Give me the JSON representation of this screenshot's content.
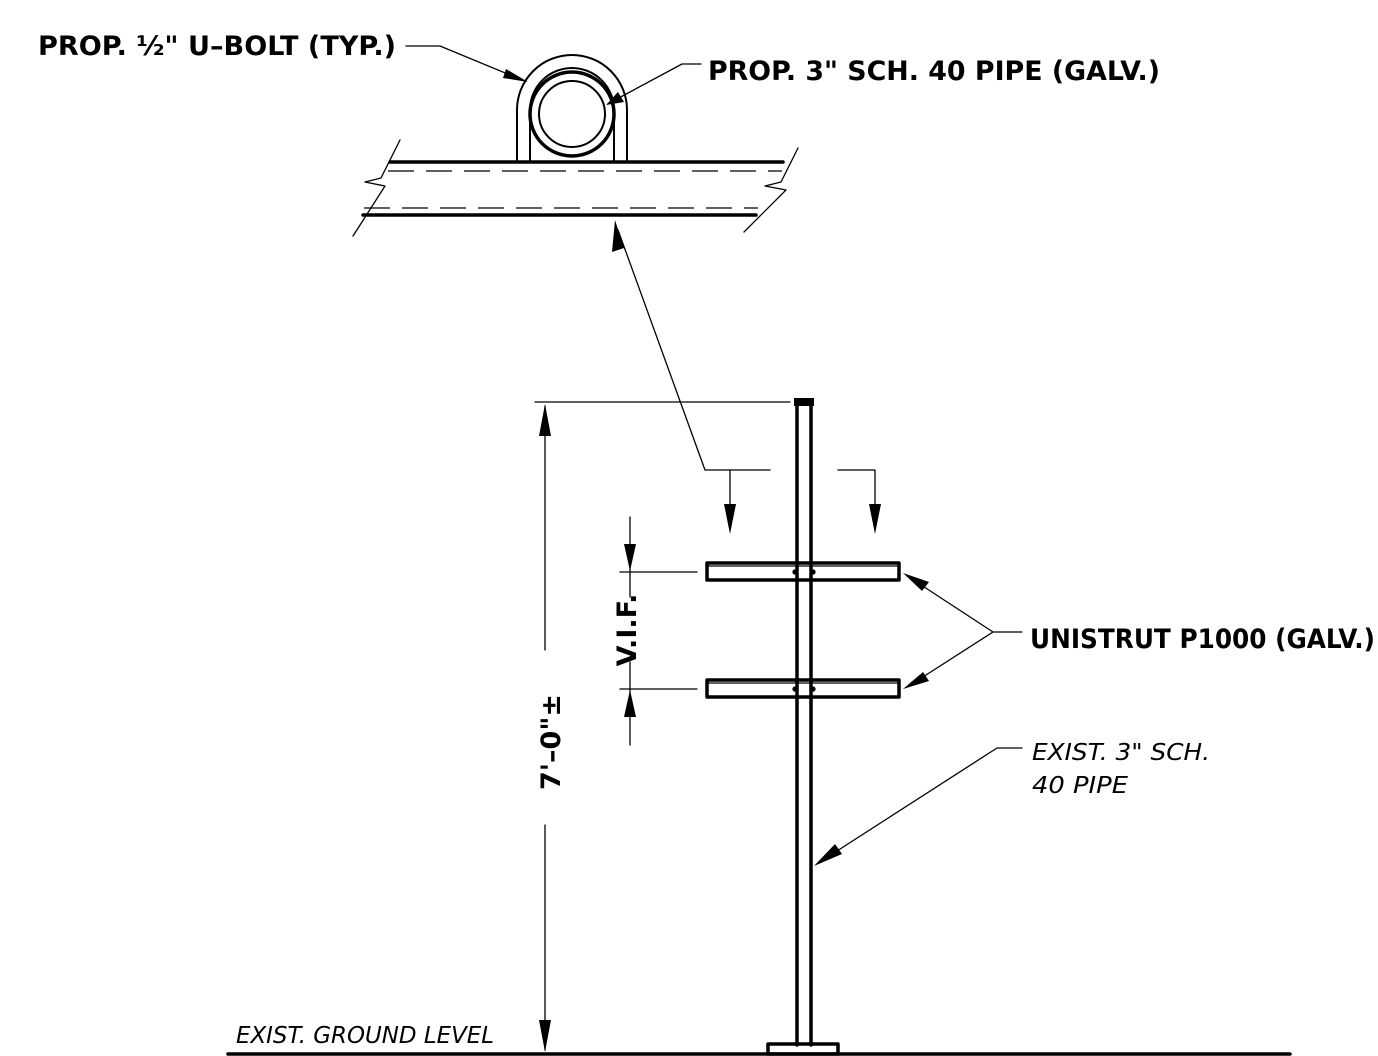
{
  "labels": {
    "u_bolt": "PROP. ½\" U–BOLT (TYP.)",
    "prop_pipe": "PROP. 3\" SCH. 40 PIPE (GALV.)",
    "unistrut": "UNISTRUT P1000 (GALV.)",
    "exist_pipe_line1": "EXIST. 3\" SCH.",
    "exist_pipe_line2": "40 PIPE",
    "ground": "EXIST. GROUND LEVEL"
  },
  "dimensions": {
    "height": "7'–0\"±",
    "spacing": "V.I.F."
  }
}
